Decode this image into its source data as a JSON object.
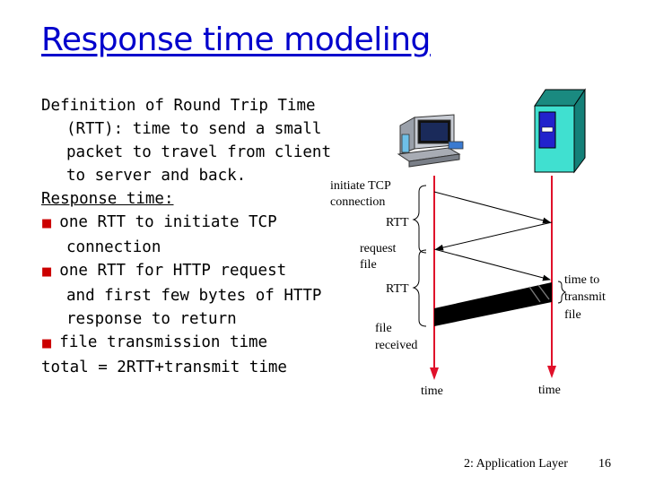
{
  "slide": {
    "title": "Response time modeling",
    "definition": {
      "line1": "Definition of Round Trip Time",
      "line2": "(RTT): time to send a small",
      "line3": "packet to travel from client",
      "line4": "to server and back."
    },
    "response_time_label": "Response time:",
    "bullets": [
      {
        "line1": "one RTT to initiate TCP",
        "line2": "connection"
      },
      {
        "line1": "one RTT for HTTP request",
        "line2": "and first few bytes of HTTP",
        "line3": "response to return"
      },
      {
        "line1": "file transmission time"
      }
    ],
    "total": "total = 2RTT+transmit time"
  },
  "diagram": {
    "initiate_tcp_line1": "initiate TCP",
    "initiate_tcp_line2": "connection",
    "rtt_1": "RTT",
    "request_file_line1": "request",
    "request_file_line2": "file",
    "rtt_2": "RTT",
    "file_received_line1": "file",
    "file_received_line2": "received",
    "time_to_transmit_line1": "time to",
    "time_to_transmit_line2": "transmit",
    "time_to_transmit_line3": "file",
    "client_time_label": "time",
    "server_time_label": "time",
    "icons": [
      "client-computer-icon",
      "server-icon"
    ]
  },
  "footer": {
    "chapter": "2: Application Layer",
    "page_number": "16"
  },
  "colors": {
    "title": "#0000cc",
    "bullet": "#cc0000",
    "timeline": "#e0102a",
    "server_body": "#40e0d0",
    "server_slot": "#2222cc"
  }
}
